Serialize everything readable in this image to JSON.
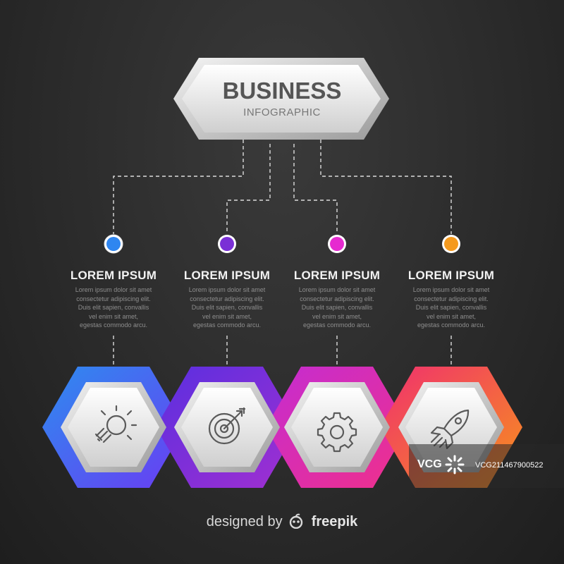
{
  "header": {
    "title": "BUSINESS",
    "subtitle": "INFOGRAPHIC"
  },
  "columns": [
    {
      "title": "LOREM IPSUM",
      "body_lines": [
        "Lorem ipsum dolor sit amet",
        "consectetur adipiscing elit.",
        "Duis elit sapien, convallis",
        "vel enim sit amet,",
        "egestas commodo arcu."
      ],
      "dot_color": "#2f86f0",
      "gradient": [
        "#2d8cf0",
        "#6a3cf2"
      ],
      "icon": "lightbulb-icon"
    },
    {
      "title": "LOREM IPSUM",
      "body_lines": [
        "Lorem ipsum dolor sit amet",
        "consectetur adipiscing elit.",
        "Duis elit sapien, convallis",
        "vel enim sit amet,",
        "egestas commodo arcu."
      ],
      "dot_color": "#7a2fd6",
      "gradient": [
        "#5a2fe0",
        "#a22fd0"
      ],
      "icon": "target-icon"
    },
    {
      "title": "LOREM IPSUM",
      "body_lines": [
        "Lorem ipsum dolor sit amet",
        "consectetur adipiscing elit.",
        "Duis elit sapien, convallis",
        "vel enim sit amet,",
        "egestas commodo arcu."
      ],
      "dot_color": "#e62ad0",
      "gradient": [
        "#c42cd2",
        "#f0308a"
      ],
      "icon": "gear-icon"
    },
    {
      "title": "LOREM IPSUM",
      "body_lines": [
        "Lorem ipsum dolor sit amet",
        "consectetur adipiscing elit.",
        "Duis elit sapien, convallis",
        "vel enim sit amet,",
        "egestas commodo arcu."
      ],
      "dot_color": "#f59a1e",
      "gradient": [
        "#f0306e",
        "#f7921c"
      ],
      "icon": "rocket-icon"
    }
  ],
  "footer": {
    "prefix": "designed by",
    "brand": "freepik"
  },
  "watermark": {
    "logo_text": "VCG",
    "id_text": "VCG211467900522"
  }
}
